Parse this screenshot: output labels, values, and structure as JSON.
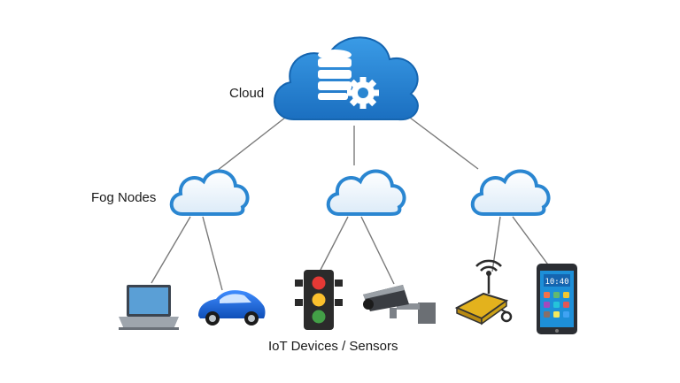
{
  "labels": {
    "cloud": "Cloud",
    "fog_nodes": "Fog Nodes",
    "iot_devices": "IoT Devices / Sensors"
  },
  "phone": {
    "clock": "10:40"
  },
  "colors": {
    "cloud_blue": "#2a86d1",
    "cloud_dark": "#1565b0",
    "line_gray": "#7a7a7a",
    "car_blue": "#1e6fe0",
    "sensor_yellow": "#e3b21d"
  },
  "nodes": {
    "main_cloud": {
      "icon": "database-gear-cloud-icon"
    },
    "fog_nodes": [
      {
        "icon": "fog-cloud-icon",
        "devices": [
          "laptop-icon",
          "car-icon"
        ]
      },
      {
        "icon": "fog-cloud-icon",
        "devices": [
          "traffic-light-icon",
          "security-camera-icon"
        ]
      },
      {
        "icon": "fog-cloud-icon",
        "devices": [
          "wireless-sensor-icon",
          "smartphone-icon"
        ]
      }
    ]
  }
}
